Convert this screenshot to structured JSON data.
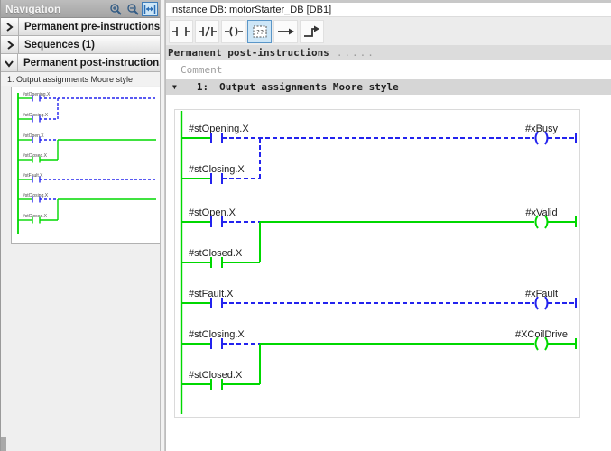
{
  "colors": {
    "green": "#00d800",
    "blue": "#2323ee",
    "label": "#1c1c1c",
    "thumb_label": "#4a4a4a"
  },
  "nav": {
    "title": "Navigation",
    "tools": [
      {
        "name": "zoom-in"
      },
      {
        "name": "zoom-out"
      },
      {
        "name": "fit-width",
        "active": true
      }
    ],
    "sections": [
      {
        "label": "Permanent pre-instructions",
        "expanded": false
      },
      {
        "label": "Sequences (1)",
        "expanded": false
      },
      {
        "label": "Permanent post-instruction...",
        "expanded": true
      }
    ],
    "item_label": "1: Output assignments Moore style"
  },
  "main": {
    "instance_db_label": "Instance DB: motorStarter_DB [DB1]",
    "toolbar": [
      {
        "name": "no-contact"
      },
      {
        "name": "nc-contact"
      },
      {
        "name": "coil"
      },
      {
        "name": "empty-box",
        "active": true
      },
      {
        "name": "open-branch"
      },
      {
        "name": "close-branch"
      }
    ],
    "section_title": "Permanent post-instructions",
    "section_dots": ".....",
    "comment_placeholder": "Comment",
    "network_number": "1:",
    "network_title": "Output assignments Moore style"
  },
  "ladder": {
    "groups": [
      {
        "coil_label": "#xBusy",
        "coil_style": "blue",
        "branch_style": "blue",
        "rows": [
          {
            "label": "#stOpening.X",
            "after": "blue"
          },
          {
            "label": "#stClosing.X",
            "after": "blue"
          }
        ]
      },
      {
        "coil_label": "#xValid",
        "coil_style": "green",
        "branch_style": "green",
        "rows": [
          {
            "label": "#stOpen.X",
            "after": "blue-then-green"
          },
          {
            "label": "#stClosed.X",
            "after": "green"
          }
        ]
      },
      {
        "coil_label": "#xFault",
        "coil_style": "blue",
        "rows": [
          {
            "label": "#stFault.X",
            "after": "blue"
          }
        ]
      },
      {
        "coil_label": "#XCoilDrive",
        "coil_style": "green",
        "branch_style": "green",
        "rows": [
          {
            "label": "#stClosing.X",
            "after": "blue-then-green"
          },
          {
            "label": "#stClosed.X",
            "after": "green"
          }
        ]
      }
    ]
  }
}
